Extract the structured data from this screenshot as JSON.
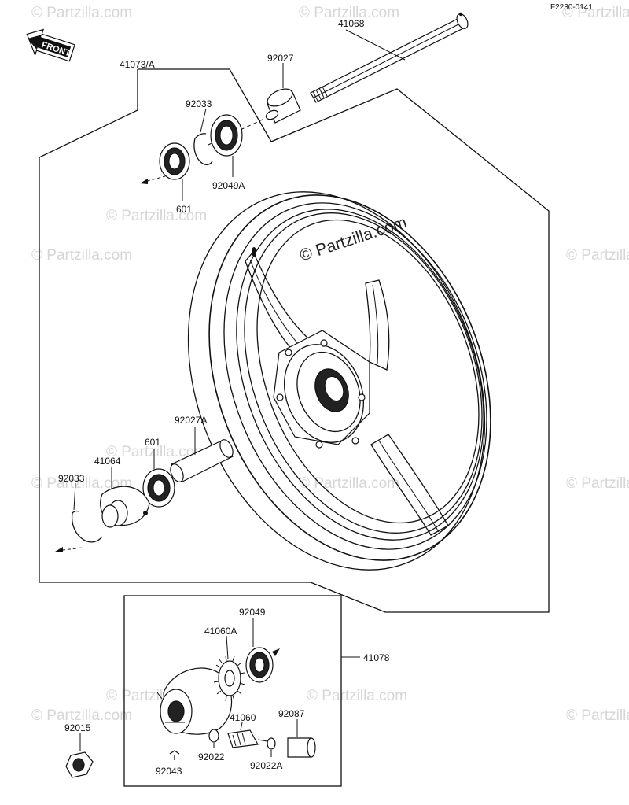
{
  "diagram": {
    "ref_code": "F2230-0141",
    "front_badge": "FRONT",
    "watermark": "© Partzilla.com",
    "labels": {
      "p41068": "41068",
      "p92027": "92027",
      "p41073A": "41073/A",
      "p92033_top": "92033",
      "p92049A": "92049A",
      "p601_top": "601",
      "p92027A": "92027A",
      "p601_mid": "601",
      "p41064": "41064",
      "p92033_mid": "92033",
      "p92049": "92049",
      "p41060A": "41060A",
      "p41078": "41078",
      "p41060": "41060",
      "p92087": "92087",
      "p92015": "92015",
      "p92022": "92022",
      "p92022A": "92022A",
      "p92043": "92043"
    }
  }
}
